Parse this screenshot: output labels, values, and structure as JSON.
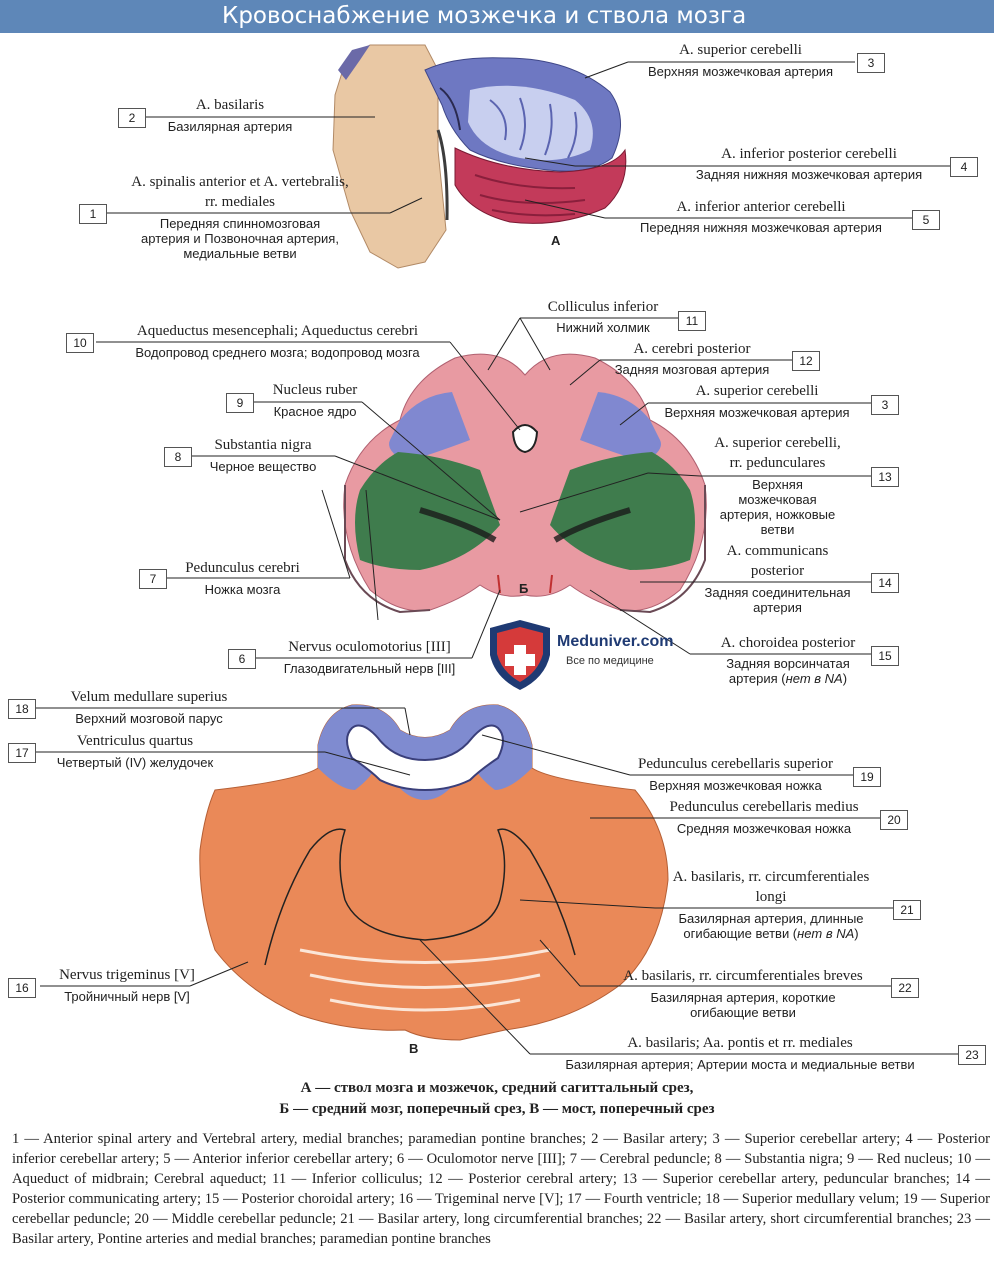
{
  "title": "Кровоснабжение мозжечка и ствола мозга",
  "labels": {
    "l1": {
      "num": "1",
      "lat": "A. spinalis anterior et A. vertebralis,",
      "lat2": "rr. mediales",
      "rus": "Передняя спинномозговая",
      "rus2": "артерия и Позвоночная артерия,",
      "rus3": "медиальные ветви"
    },
    "l2": {
      "num": "2",
      "lat": "A. basilaris",
      "rus": "Базилярная артерия"
    },
    "l3": {
      "num": "3",
      "lat": "A. superior cerebelli",
      "rus": "Верхняя мозжечковая артерия"
    },
    "l4": {
      "num": "4",
      "lat": "A. inferior posterior cerebelli",
      "rus": "Задняя нижняя мозжечковая артерия"
    },
    "l5": {
      "num": "5",
      "lat": "A. inferior anterior cerebelli",
      "rus": "Передняя нижняя мозжечковая артерия"
    },
    "l6": {
      "num": "6",
      "lat": "Nervus oculomotorius [III]",
      "rus": "Глазодвигательный нерв [III]"
    },
    "l7": {
      "num": "7",
      "lat": "Pedunculus cerebri",
      "rus": "Ножка мозга"
    },
    "l8": {
      "num": "8",
      "lat": "Substantia nigra",
      "rus": "Черное вещество"
    },
    "l9": {
      "num": "9",
      "lat": "Nucleus ruber",
      "rus": "Красное ядро"
    },
    "l10": {
      "num": "10",
      "lat": "Aqueductus mesencephali; Aqueductus cerebri",
      "rus": "Водопровод среднего мозга; водопровод мозга"
    },
    "l11": {
      "num": "11",
      "lat": "Colliculus inferior",
      "rus": "Нижний холмик"
    },
    "l12": {
      "num": "12",
      "lat": "A. cerebri posterior",
      "rus": "Задняя мозговая артерия"
    },
    "l3b": {
      "num": "3",
      "lat": "A. superior cerebelli",
      "rus": "Верхняя мозжечковая артерия"
    },
    "l13": {
      "num": "13",
      "lat": "A. superior cerebelli,",
      "lat2": "rr. pedunculares",
      "rus": "Верхняя",
      "rus2": "мозжечковая",
      "rus3": "артерия, ножковые",
      "rus4": "ветви"
    },
    "l14": {
      "num": "14",
      "lat": "A. communicans",
      "lat2": "posterior",
      "rus": "Задняя соединительная",
      "rus2": "артерия"
    },
    "l15": {
      "num": "15",
      "lat": "A. choroidea posterior",
      "rus": "Задняя ворсинчатая",
      "rus2a": "артерия (",
      "rus2b": "нет в NA",
      "rus2c": ")"
    },
    "l16": {
      "num": "16",
      "lat": "Nervus trigeminus [V]",
      "rus": "Тройничный нерв [V]"
    },
    "l17": {
      "num": "17",
      "lat": "Ventriculus quartus",
      "rus": "Четвертый (IV) желудочек"
    },
    "l18": {
      "num": "18",
      "lat": "Velum medullare superius",
      "rus": "Верхний мозговой парус"
    },
    "l19": {
      "num": "19",
      "lat": "Pedunculus cerebellaris superior",
      "rus": "Верхняя мозжечковая ножка"
    },
    "l20": {
      "num": "20",
      "lat": "Pedunculus cerebellaris medius",
      "rus": "Средняя мозжечковая ножка"
    },
    "l21": {
      "num": "21",
      "lat": "A. basilaris, rr. circumferentiales",
      "lat2": "longi",
      "rus": "Базилярная артерия, длинные",
      "rus2a": "огибающие ветви (",
      "rus2b": "нет в NA",
      "rus2c": ")"
    },
    "l22": {
      "num": "22",
      "lat": "A. basilaris, rr. circumferentiales breves",
      "rus": "Базилярная артерия, короткие",
      "rus2": "огибающие ветви"
    },
    "l23": {
      "num": "23",
      "lat": "A. basilaris; Aa. pontis et rr. mediales",
      "rus": "Базилярная артерия; Артерии моста и медиальные ветви"
    }
  },
  "letters": {
    "a": "А",
    "b": "Б",
    "v": "В"
  },
  "caption": {
    "line1": "А — ствол мозга и мозжечок, средний сагиттальный срез,",
    "line2": "Б — средний мозг, поперечный срез, В — мост, поперечный срез"
  },
  "legend": "1 — Anterior spinal artery and Vertebral artery, medial branches; paramedian pontine branches; 2 — Basilar artery; 3 — Superior cerebellar artery; 4 — Posterior inferior cerebellar artery; 5 — Anterior inferior cerebellar artery; 6 — Oculomotor nerve [III]; 7 — Cerebral peduncle; 8 — Substantia nigra; 9 — Red nucleus; 10 — Aqueduct of midbrain; Cerebral aqueduct; 11 — Inferior colliculus; 12 — Posterior cerebral artery; 13 — Superior cerebellar artery, peduncular branches; 14 — Posterior communicating artery; 15 — Posterior choroidal artery; 16 — Trigeminal nerve [V]; 17 — Fourth ventricle; 18 — Superior medullary velum; 19 — Superior cerebellar peduncle; 20 — Middle cerebellar peduncle; 21 — Basilar artery, long circumferential branches; 22 — Basilar artery, short circumferential branches; 23 — Basilar artery, Pontine arteries and medial branches; paramedian pontine branches",
  "watermark": {
    "brand": "Meduniver.com",
    "tagline": "Все по медицине"
  },
  "colors": {
    "blue": "#7f86cf",
    "pink": "#e68f98",
    "red": "#c8284e",
    "green": "#3d7d4c",
    "tan": "#e7c19c",
    "orange": "#e98a55"
  }
}
